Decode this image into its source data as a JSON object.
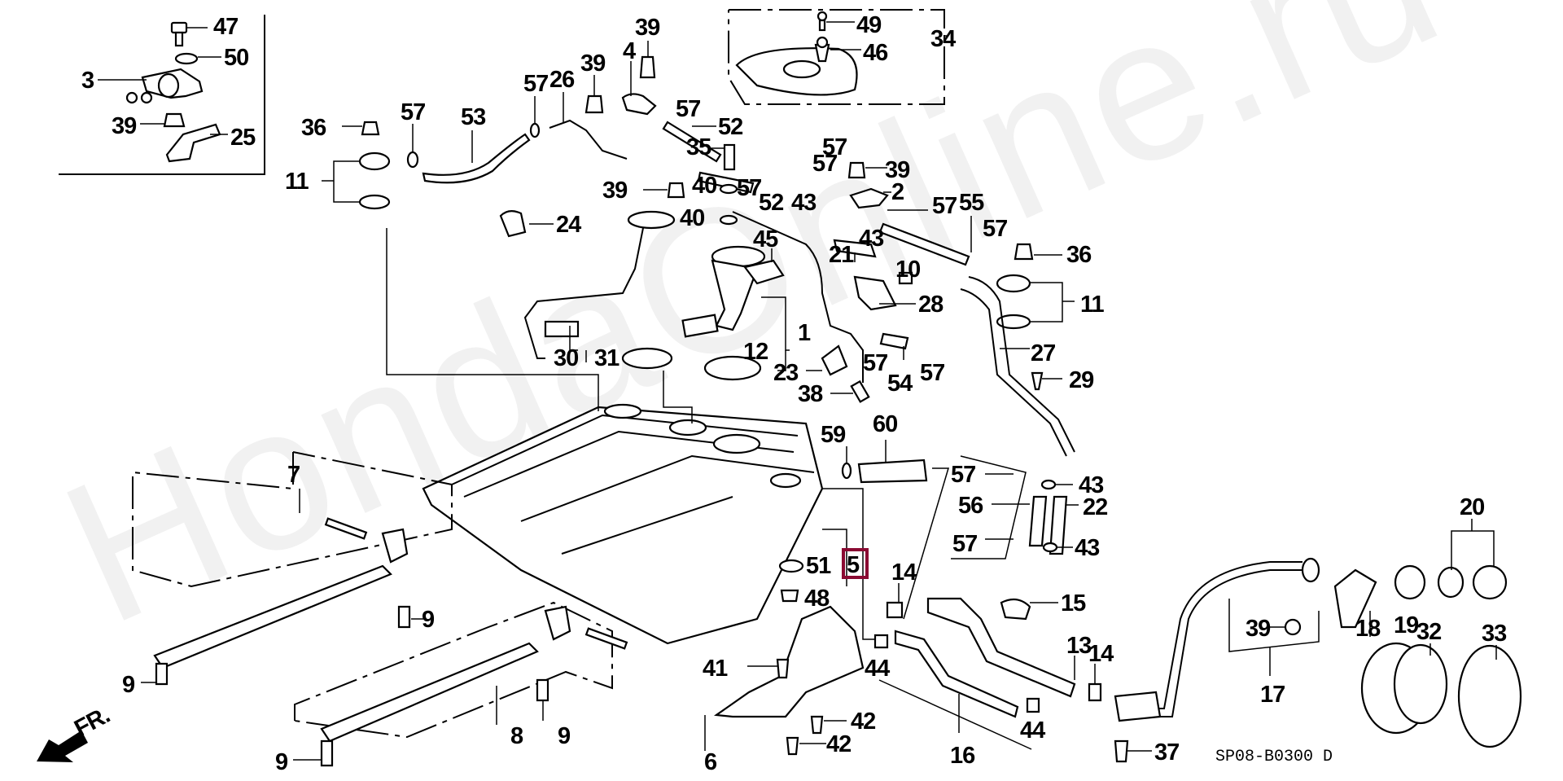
{
  "diagram": {
    "title": "Fuel Tank parts diagram",
    "watermark": "HondaOnline.ru",
    "diagram_code": "SP08-B0300 D",
    "direction_indicator": "FR.",
    "highlighted_part": "5",
    "highlight_color": "#8a0a32",
    "callouts": [
      {
        "id": "c47",
        "label": "47"
      },
      {
        "id": "c50",
        "label": "50"
      },
      {
        "id": "c3",
        "label": "3"
      },
      {
        "id": "c39a",
        "label": "39"
      },
      {
        "id": "c25",
        "label": "25"
      },
      {
        "id": "c36a",
        "label": "36"
      },
      {
        "id": "c11a",
        "label": "11"
      },
      {
        "id": "c57a",
        "label": "57"
      },
      {
        "id": "c53",
        "label": "53"
      },
      {
        "id": "c57b",
        "label": "57"
      },
      {
        "id": "c26",
        "label": "26"
      },
      {
        "id": "c39b",
        "label": "39"
      },
      {
        "id": "c4",
        "label": "4"
      },
      {
        "id": "c39c",
        "label": "39"
      },
      {
        "id": "c49",
        "label": "49"
      },
      {
        "id": "c46",
        "label": "46"
      },
      {
        "id": "c34",
        "label": "34"
      },
      {
        "id": "c57c",
        "label": "57"
      },
      {
        "id": "c52a",
        "label": "52"
      },
      {
        "id": "c35",
        "label": "35"
      },
      {
        "id": "c57d",
        "label": "57"
      },
      {
        "id": "c57e",
        "label": "57"
      },
      {
        "id": "c39d",
        "label": "39"
      },
      {
        "id": "c39e",
        "label": "39"
      },
      {
        "id": "c40a",
        "label": "40"
      },
      {
        "id": "c57f",
        "label": "57"
      },
      {
        "id": "c52b",
        "label": "52"
      },
      {
        "id": "c43a",
        "label": "43"
      },
      {
        "id": "c2",
        "label": "2"
      },
      {
        "id": "c57g",
        "label": "57"
      },
      {
        "id": "c55",
        "label": "55"
      },
      {
        "id": "c40b",
        "label": "40"
      },
      {
        "id": "c24",
        "label": "24"
      },
      {
        "id": "c57h",
        "label": "57"
      },
      {
        "id": "c36b",
        "label": "36"
      },
      {
        "id": "c45",
        "label": "45"
      },
      {
        "id": "c21",
        "label": "21"
      },
      {
        "id": "c43b",
        "label": "43"
      },
      {
        "id": "c10",
        "label": "10"
      },
      {
        "id": "c11b",
        "label": "11"
      },
      {
        "id": "c28",
        "label": "28"
      },
      {
        "id": "c1",
        "label": "1"
      },
      {
        "id": "c12",
        "label": "12"
      },
      {
        "id": "c30",
        "label": "30"
      },
      {
        "id": "c31",
        "label": "31"
      },
      {
        "id": "c23",
        "label": "23"
      },
      {
        "id": "c57i",
        "label": "57"
      },
      {
        "id": "c54",
        "label": "54"
      },
      {
        "id": "c57j",
        "label": "57"
      },
      {
        "id": "c27",
        "label": "27"
      },
      {
        "id": "c29",
        "label": "29"
      },
      {
        "id": "c38",
        "label": "38"
      },
      {
        "id": "c59",
        "label": "59"
      },
      {
        "id": "c60",
        "label": "60"
      },
      {
        "id": "c7",
        "label": "7"
      },
      {
        "id": "c57k",
        "label": "57"
      },
      {
        "id": "c43c",
        "label": "43"
      },
      {
        "id": "c56",
        "label": "56"
      },
      {
        "id": "c22",
        "label": "22"
      },
      {
        "id": "c57l",
        "label": "57"
      },
      {
        "id": "c43d",
        "label": "43"
      },
      {
        "id": "c20",
        "label": "20"
      },
      {
        "id": "c51",
        "label": "51"
      },
      {
        "id": "c5",
        "label": "5"
      },
      {
        "id": "c14a",
        "label": "14"
      },
      {
        "id": "c15",
        "label": "15"
      },
      {
        "id": "c48",
        "label": "48"
      },
      {
        "id": "c9a",
        "label": "9"
      },
      {
        "id": "c39f",
        "label": "39"
      },
      {
        "id": "c18",
        "label": "18"
      },
      {
        "id": "c19",
        "label": "19"
      },
      {
        "id": "c32",
        "label": "32"
      },
      {
        "id": "c33",
        "label": "33"
      },
      {
        "id": "c13",
        "label": "13"
      },
      {
        "id": "c14b",
        "label": "14"
      },
      {
        "id": "c41",
        "label": "41"
      },
      {
        "id": "c44a",
        "label": "44"
      },
      {
        "id": "c17",
        "label": "17"
      },
      {
        "id": "c9b",
        "label": "9"
      },
      {
        "id": "c42a",
        "label": "42"
      },
      {
        "id": "c8",
        "label": "8"
      },
      {
        "id": "c9c",
        "label": "9"
      },
      {
        "id": "c6",
        "label": "6"
      },
      {
        "id": "c42b",
        "label": "42"
      },
      {
        "id": "c16",
        "label": "16"
      },
      {
        "id": "c44b",
        "label": "44"
      },
      {
        "id": "c9d",
        "label": "9"
      },
      {
        "id": "c37",
        "label": "37"
      }
    ]
  }
}
